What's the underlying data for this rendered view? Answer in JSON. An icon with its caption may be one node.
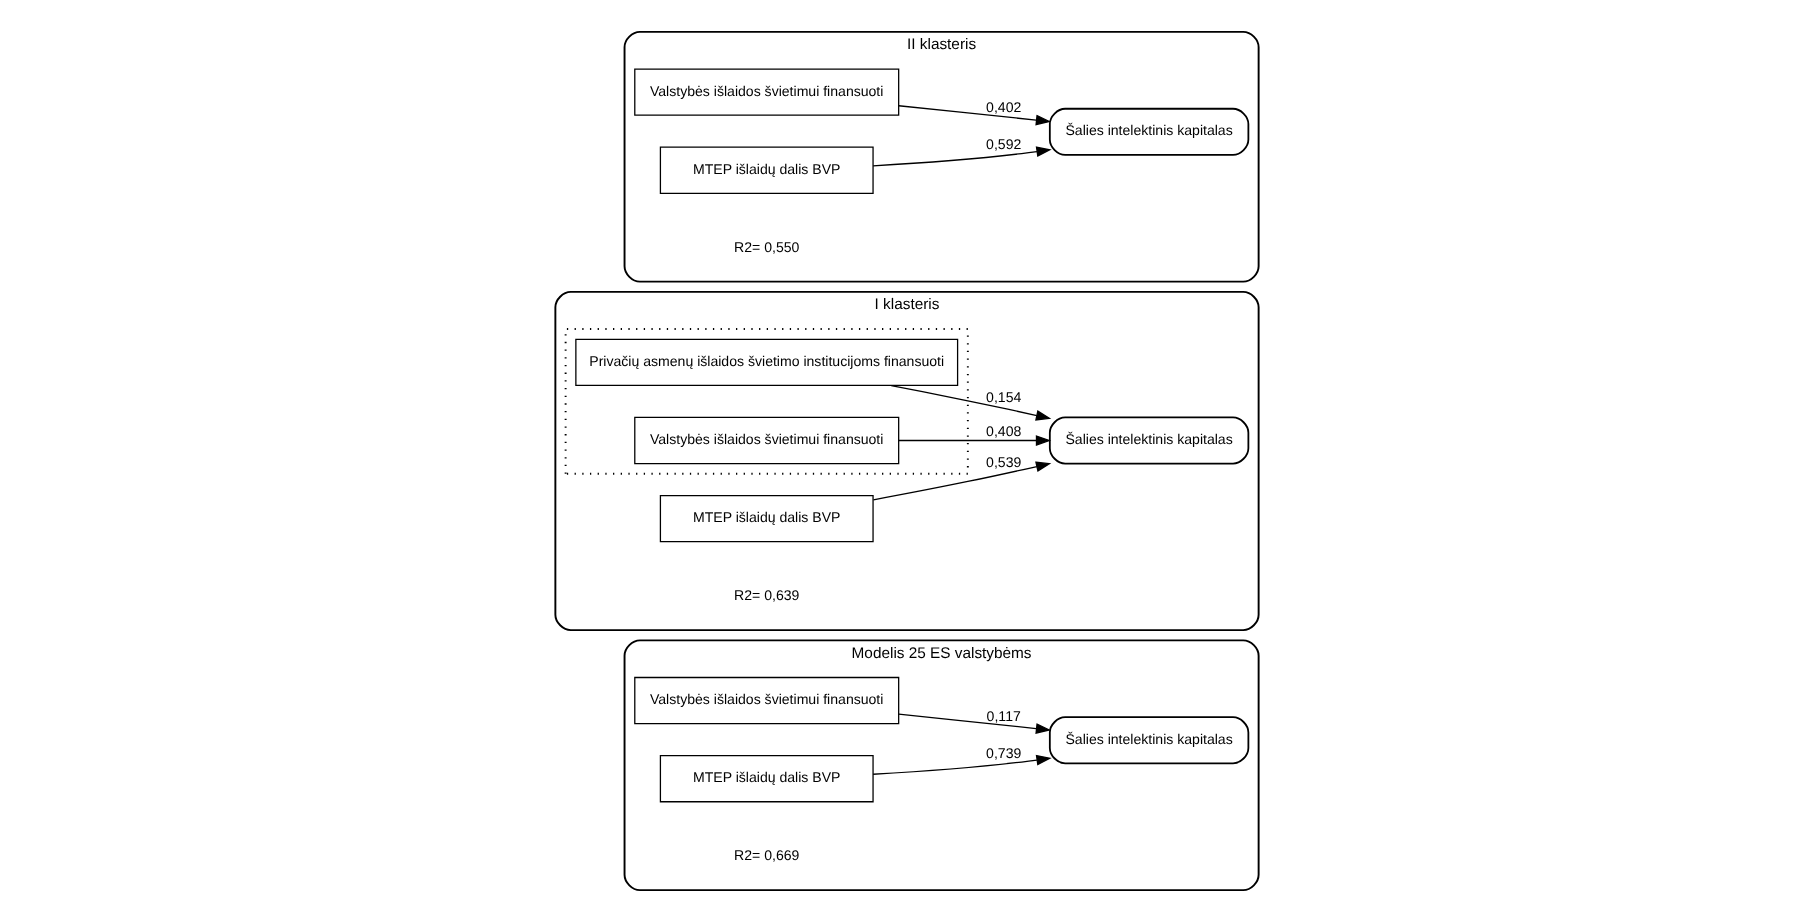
{
  "diagram": {
    "nodes": [
      {
        "text": [
          "Modelis 25 ES valstybėms"
        ]
      },
      {
        "text": [
          "Valstybės išlaidos švietimui finansuoti"
        ],
        "in": 0
      },
      {
        "text": [
          "MTEP išlaidų dalis BVP"
        ],
        "in": 0
      },
      {
        "text": [
          "Šalies intelektinis kapitalas"
        ],
        "in": 0
      },
      {
        "text": [
          "I klasteris"
        ]
      },
      {
        "text": [],
        "shape": "box",
        "in": 4
      },
      {
        "text": [
          "Valstybės išlaidos švietimui finansuoti"
        ],
        "in": 5
      },
      {
        "text": [
          "Privačių asmenų išlaidos švietimo institucijoms finansuoti"
        ],
        "in": 5
      },
      {
        "text": [
          "MTEP išlaidų dalis BVP"
        ],
        "in": 4
      },
      {
        "text": [
          "Šalies intelektinis kapitalas"
        ],
        "in": 4
      },
      {
        "text": [
          "II klasteris"
        ]
      },
      {
        "text": [
          "Valstybės išlaidos švietimui finansuoti"
        ],
        "in": 10
      },
      {
        "text": [
          "MTEP išlaidų dalis BVP"
        ],
        "in": 10
      },
      {
        "text": [
          "Šalies intelektinis kapitalas"
        ],
        "in": 10
      }
    ],
    "edges": [
      {
        "from": 1,
        "to": 3,
        "arrow": "to",
        "label": "0,117"
      },
      {
        "from": 2,
        "to": 3,
        "arrow": "to",
        "label": "0,739"
      },
      {
        "from": 6,
        "to": 9,
        "arrow": "to",
        "label": "0,408"
      },
      {
        "from": 7,
        "to": 9,
        "arrow": "to",
        "label": "0,154"
      },
      {
        "from": 8,
        "to": 9,
        "arrow": "to",
        "label": "0,539"
      },
      {
        "from": 11,
        "to": 13,
        "arrow": "to",
        "label": "0,402"
      },
      {
        "from": 12,
        "to": 13,
        "arrow": "to",
        "label": "0,592"
      }
    ],
    "labels": [
      "R2= 0,669",
      "R2= 0,639",
      "R2= 0,550"
    ]
  }
}
